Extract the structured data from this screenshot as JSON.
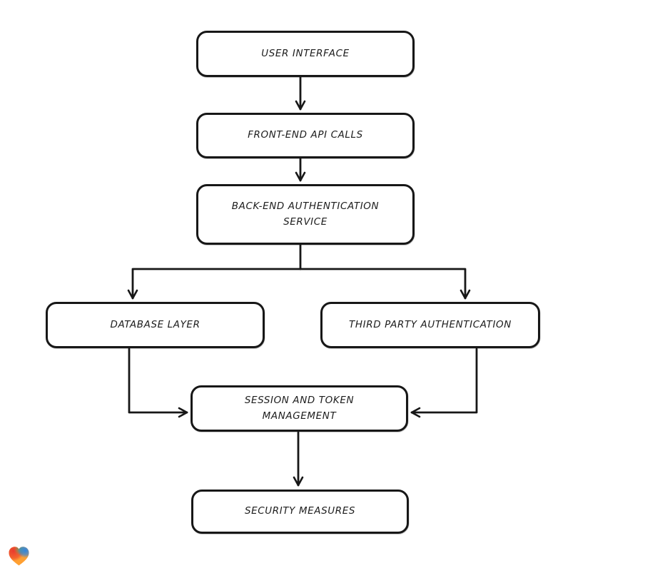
{
  "canvas": {
    "background": "#ffffff"
  },
  "diagram": {
    "type": "flowchart",
    "direction": "top-down",
    "style": "hand-drawn",
    "stroke_color": "#171717",
    "node_fill": "#ffffff",
    "text_color": "#1d1d1d",
    "nodes": [
      {
        "id": "user-interface",
        "label": "USER INTERFACE"
      },
      {
        "id": "front-end-api-calls",
        "label": "FRONT-END API CALLS"
      },
      {
        "id": "back-end-authentication-service",
        "label": "BACK-END AUTHENTICATION SERVICE"
      },
      {
        "id": "database-layer",
        "label": "DATABASE LAYER"
      },
      {
        "id": "third-party-authentication",
        "label": "THIRD PARTY AUTHENTICATION"
      },
      {
        "id": "session-and-token-management",
        "label": "SESSION AND TOKEN MANAGEMENT"
      },
      {
        "id": "security-measures",
        "label": "SECURITY MEASURES"
      }
    ],
    "edges": [
      {
        "from": "user-interface",
        "to": "front-end-api-calls"
      },
      {
        "from": "front-end-api-calls",
        "to": "back-end-authentication-service"
      },
      {
        "from": "back-end-authentication-service",
        "to": "database-layer"
      },
      {
        "from": "back-end-authentication-service",
        "to": "third-party-authentication"
      },
      {
        "from": "database-layer",
        "to": "session-and-token-management"
      },
      {
        "from": "third-party-authentication",
        "to": "session-and-token-management"
      },
      {
        "from": "session-and-token-management",
        "to": "security-measures"
      }
    ]
  },
  "logo": {
    "name": "gradient-heart",
    "colors": {
      "red": "#ea3a2d",
      "green": "#4db36e",
      "blue": "#2f86e0",
      "orange": "#ffa032"
    }
  }
}
